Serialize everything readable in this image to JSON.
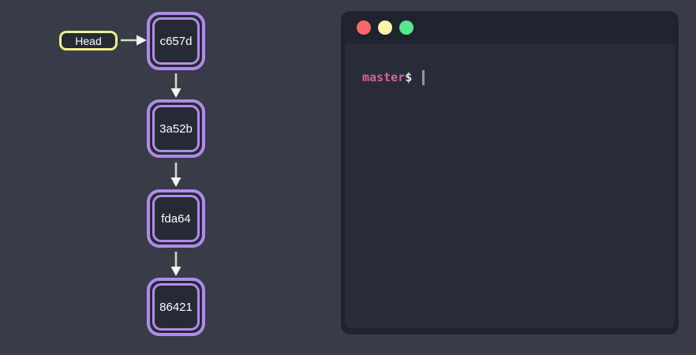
{
  "page": {
    "background": "#373c46"
  },
  "diagram": {
    "head": {
      "label": "Head"
    },
    "commits": [
      {
        "id": "c657d"
      },
      {
        "id": "3a52b"
      },
      {
        "id": "fda64"
      },
      {
        "id": "86421"
      }
    ],
    "colors": {
      "commit_border": "#b28bea",
      "head_border": "#ebf08c",
      "node_fill": "#262a35",
      "label_text": "#ffffff",
      "arrow": "#e0e0e0"
    }
  },
  "terminal": {
    "traffic_lights": [
      {
        "name": "close",
        "color": "#f7696d"
      },
      {
        "name": "minimize",
        "color": "#f9f7a6"
      },
      {
        "name": "maximize",
        "color": "#58e98f"
      }
    ],
    "prompt": {
      "branch": "master",
      "symbol": "$",
      "cursor": "|"
    },
    "colors": {
      "frame": "#1f232d",
      "body": "#282c37",
      "branch_text": "#d5639e",
      "symbol_text": "#efe9d7",
      "cursor": "#8e97ad"
    }
  }
}
